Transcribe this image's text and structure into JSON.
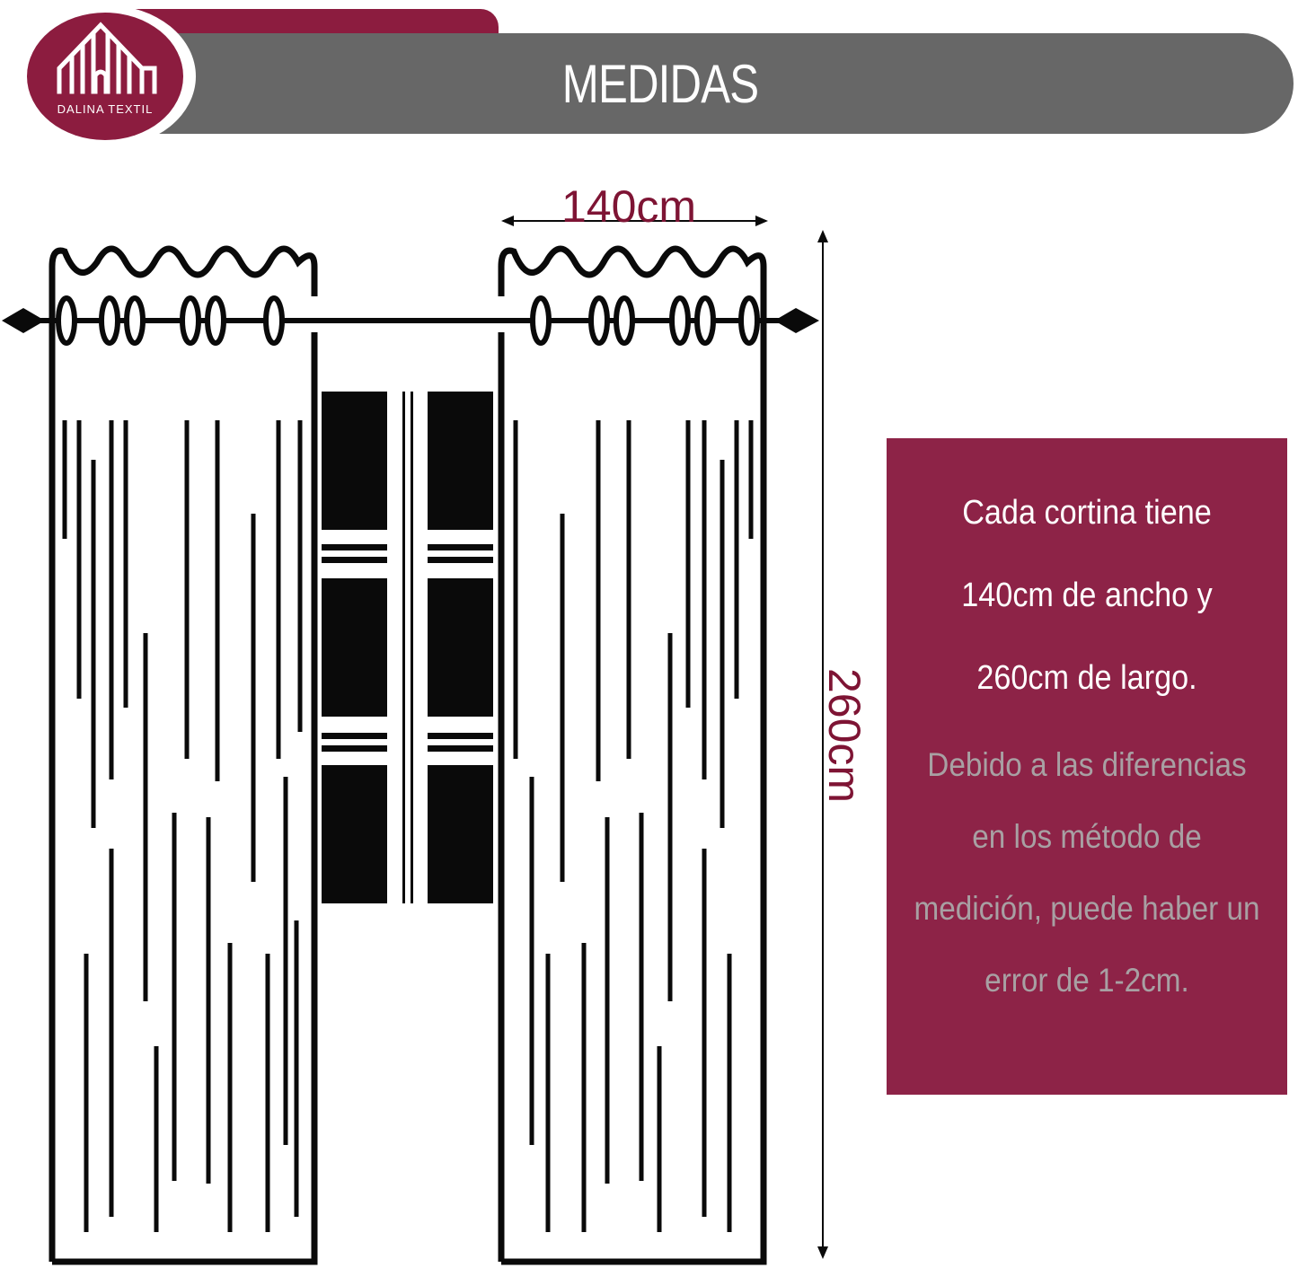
{
  "header": {
    "title": "MEDIDAS",
    "brand": "DALINA TEXTIL",
    "logo_icon": "building-columns-icon",
    "colors": {
      "bar": "#676767",
      "accent": "#8c1c3f"
    }
  },
  "diagram": {
    "width_label": "140cm",
    "height_label": "260cm",
    "label_color": "#7e1434"
  },
  "info": {
    "background": "#8d2347",
    "lines": [
      "Cada cortina tiene",
      "140cm de ancho y",
      "260cm de largo."
    ],
    "note_lines": [
      "Debido a las diferencias",
      "en los método de",
      "medición, puede haber un",
      "error de 1-2cm."
    ]
  }
}
